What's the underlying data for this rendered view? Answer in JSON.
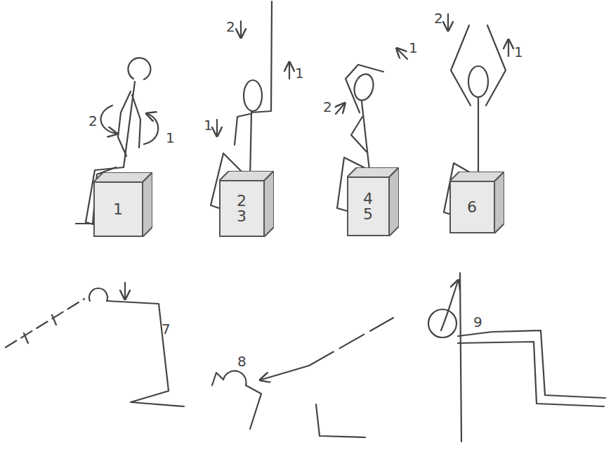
{
  "diagram": {
    "nodes": [
      {
        "text": [
          "1"
        ]
      },
      {
        "text": [
          "2 3"
        ]
      },
      {
        "text": [
          "4 5"
        ]
      },
      {
        "text": [
          "6"
        ]
      }
    ],
    "labels": [
      "2",
      "1",
      "2",
      "1",
      "1",
      "1",
      "2",
      "2",
      "1",
      "7",
      "8",
      "9"
    ]
  }
}
